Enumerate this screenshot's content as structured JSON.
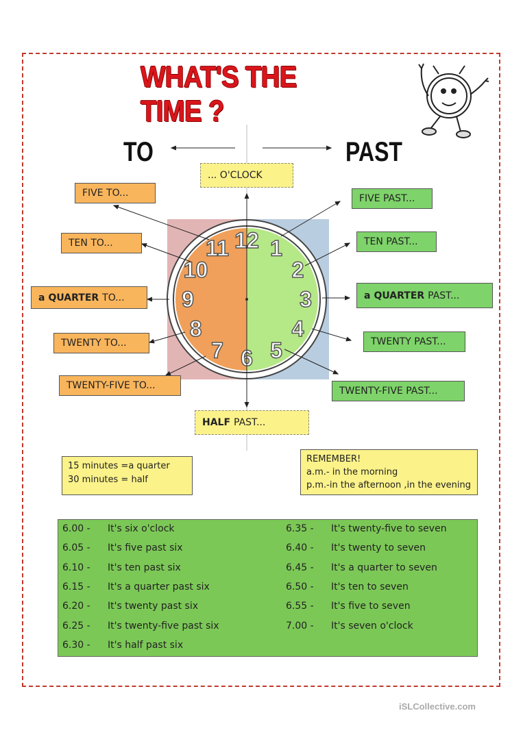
{
  "title": "WHAT'S  THE TIME ?",
  "to_label": "TO",
  "past_label": "PAST",
  "labels": {
    "oclock": "... O'CLOCK",
    "five_to": "FIVE  TO...",
    "ten_to": "TEN  TO...",
    "quarter_to_a": "a",
    "quarter_to_bold": "QUARTER",
    "quarter_to_rest": "TO...",
    "twenty_to": "TWENTY  TO...",
    "twentyfive_to": "TWENTY-FIVE  TO...",
    "half_past_bold": "HALF",
    "half_past_rest": "PAST...",
    "five_past": "FIVE  PAST...",
    "ten_past": "TEN  PAST...",
    "quarter_past_a": "a",
    "quarter_past_bold": "QUARTER",
    "quarter_past_rest": "PAST...",
    "twenty_past": "TWENTY  PAST...",
    "twentyfive_past": "TWENTY-FIVE  PAST..."
  },
  "clock_numbers": [
    "12",
    "1",
    "2",
    "3",
    "4",
    "5",
    "6",
    "7",
    "8",
    "9",
    "10",
    "11"
  ],
  "note_left": {
    "line1": "15 minutes =a quarter",
    "line2": "30 minutes = half"
  },
  "note_right": {
    "line1": "REMEMBER!",
    "line2": "a.m.- in the morning",
    "line3": "p.m.-in the afternoon ,in the evening"
  },
  "times_left": [
    {
      "time": "6.00 -",
      "text": "It's six o'clock"
    },
    {
      "time": "6.05 -",
      "text": "It's five past six"
    },
    {
      "time": "6.10 -",
      "text": "It's ten past  six"
    },
    {
      "time": "6.15 -",
      "text": "It's a quarter past six"
    },
    {
      "time": "6.20 -",
      "text": "It's twenty past six"
    },
    {
      "time": "6.25 -",
      "text": "It's twenty-five past six"
    },
    {
      "time": "6.30 -",
      "text": "It's half past six"
    }
  ],
  "times_right": [
    {
      "time": "6.35 -",
      "text": "It's twenty-five to seven"
    },
    {
      "time": "6.40 -",
      "text": "It's twenty to seven"
    },
    {
      "time": "6.45 -",
      "text": "It's a quarter to seven"
    },
    {
      "time": "6.50 -",
      "text": "It's ten to seven"
    },
    {
      "time": "6.55 -",
      "text": "It's five to seven"
    },
    {
      "time": "7.00 -",
      "text": "It's seven o'clock"
    }
  ],
  "footer": "iSLCollective.com",
  "colors": {
    "to_half": "#f0a05a",
    "past_half": "#b5e887",
    "to_square": "#e2b5b5",
    "past_square": "#b9cde0"
  }
}
